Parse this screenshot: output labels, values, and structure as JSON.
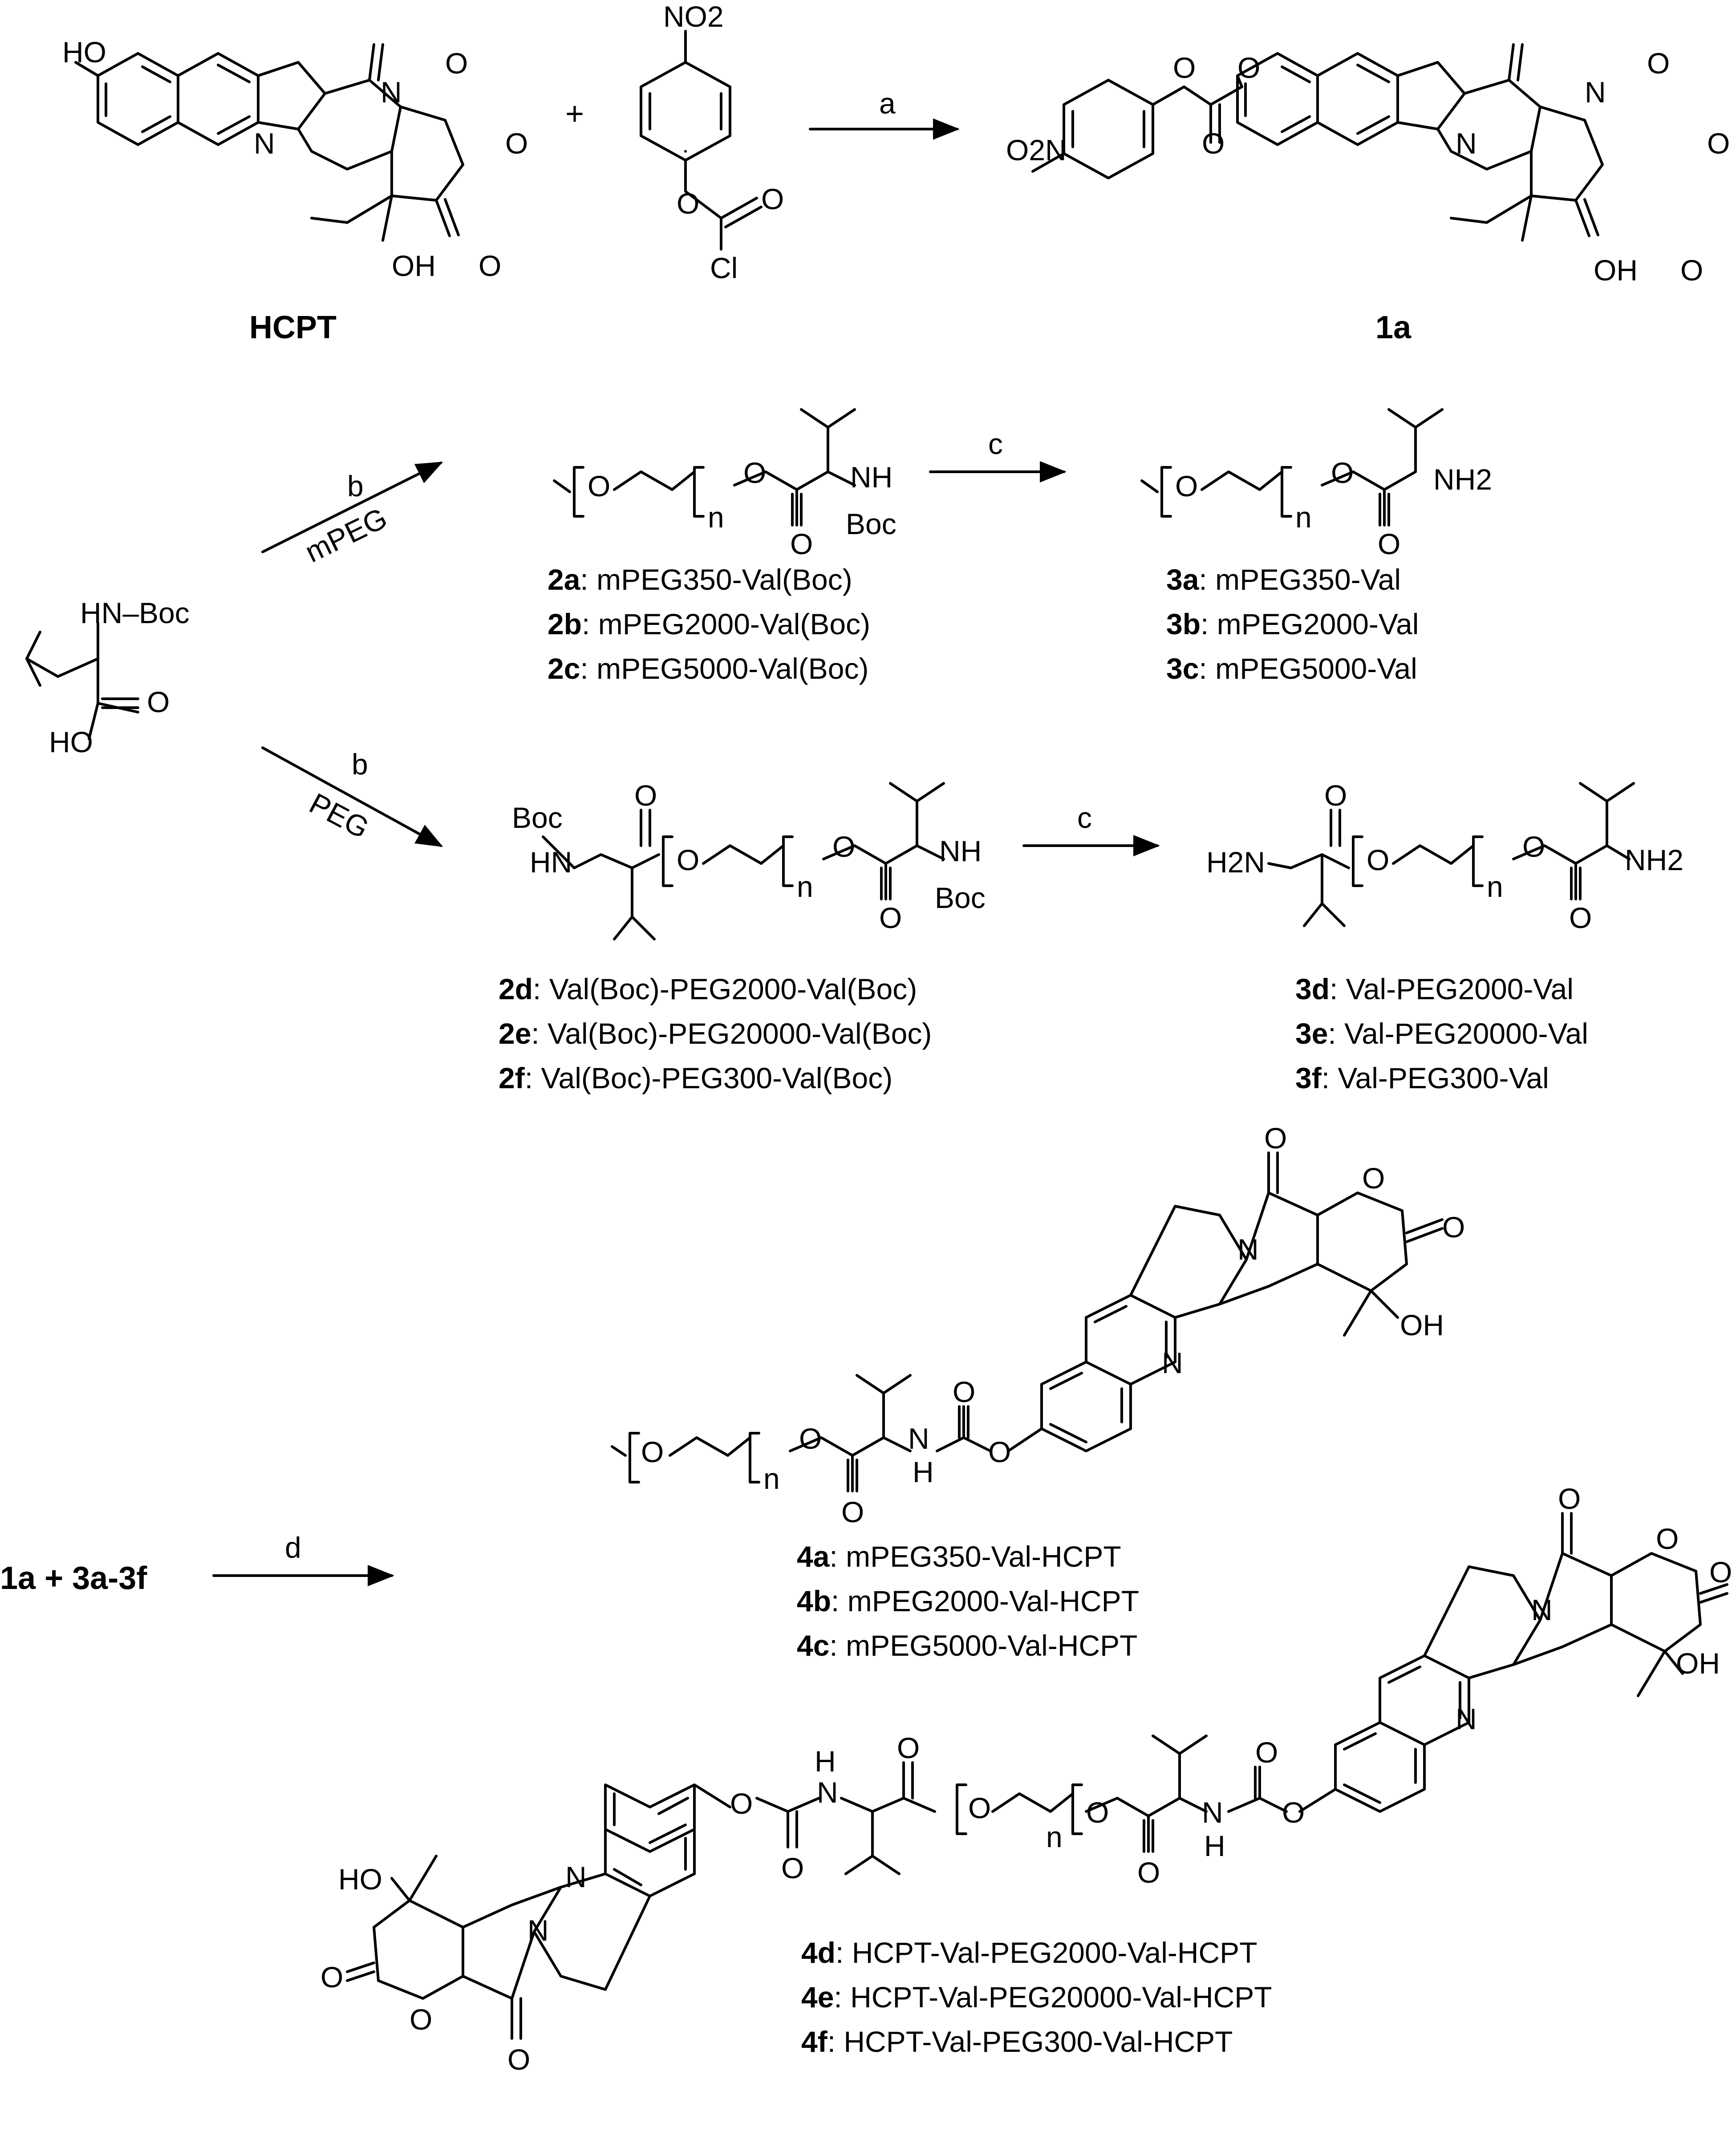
{
  "compounds": {
    "hcpt": "HCPT",
    "c1a": "1a",
    "atoms": {
      "HO": "HO",
      "OH": "OH",
      "O": "O",
      "N": "N",
      "NO2": "NO2",
      "O2N": "O2N",
      "Cl": "Cl",
      "NH": "NH",
      "NH2": "NH2",
      "H2N": "H2N",
      "HN": "HN",
      "H": "H",
      "Boc": "Boc",
      "n": "n",
      "HN_Boc": "HN–Boc"
    }
  },
  "reagents": {
    "a": "a",
    "b1": "b",
    "b2": "b",
    "mPEG": "mPEG",
    "PEG": "PEG",
    "c1": "c",
    "c2": "c",
    "d": "d",
    "plus": "+"
  },
  "labels2": [
    {
      "id": "2a",
      "name": "mPEG350-Val(Boc)"
    },
    {
      "id": "2b",
      "name": "mPEG2000-Val(Boc)"
    },
    {
      "id": "2c",
      "name": "mPEG5000-Val(Boc)"
    },
    {
      "id": "2d",
      "name": "Val(Boc)-PEG2000-Val(Boc)"
    },
    {
      "id": "2e",
      "name": "Val(Boc)-PEG20000-Val(Boc)"
    },
    {
      "id": "2f",
      "name": "Val(Boc)-PEG300-Val(Boc)"
    }
  ],
  "labels3": [
    {
      "id": "3a",
      "name": "mPEG350-Val"
    },
    {
      "id": "3b",
      "name": "mPEG2000-Val"
    },
    {
      "id": "3c",
      "name": "mPEG5000-Val"
    },
    {
      "id": "3d",
      "name": "Val-PEG2000-Val"
    },
    {
      "id": "3e",
      "name": "Val-PEG20000-Val"
    },
    {
      "id": "3f",
      "name": "Val-PEG300-Val"
    }
  ],
  "labels4": [
    {
      "id": "4a",
      "name": "mPEG350-Val-HCPT"
    },
    {
      "id": "4b",
      "name": "mPEG2000-Val-HCPT"
    },
    {
      "id": "4c",
      "name": "mPEG5000-Val-HCPT"
    },
    {
      "id": "4d",
      "name": "HCPT-Val-PEG2000-Val-HCPT"
    },
    {
      "id": "4e",
      "name": "HCPT-Val-PEG20000-Val-HCPT"
    },
    {
      "id": "4f",
      "name": "HCPT-Val-PEG300-Val-HCPT"
    }
  ],
  "reaction_d_reactants": "1a + 3a-3f"
}
